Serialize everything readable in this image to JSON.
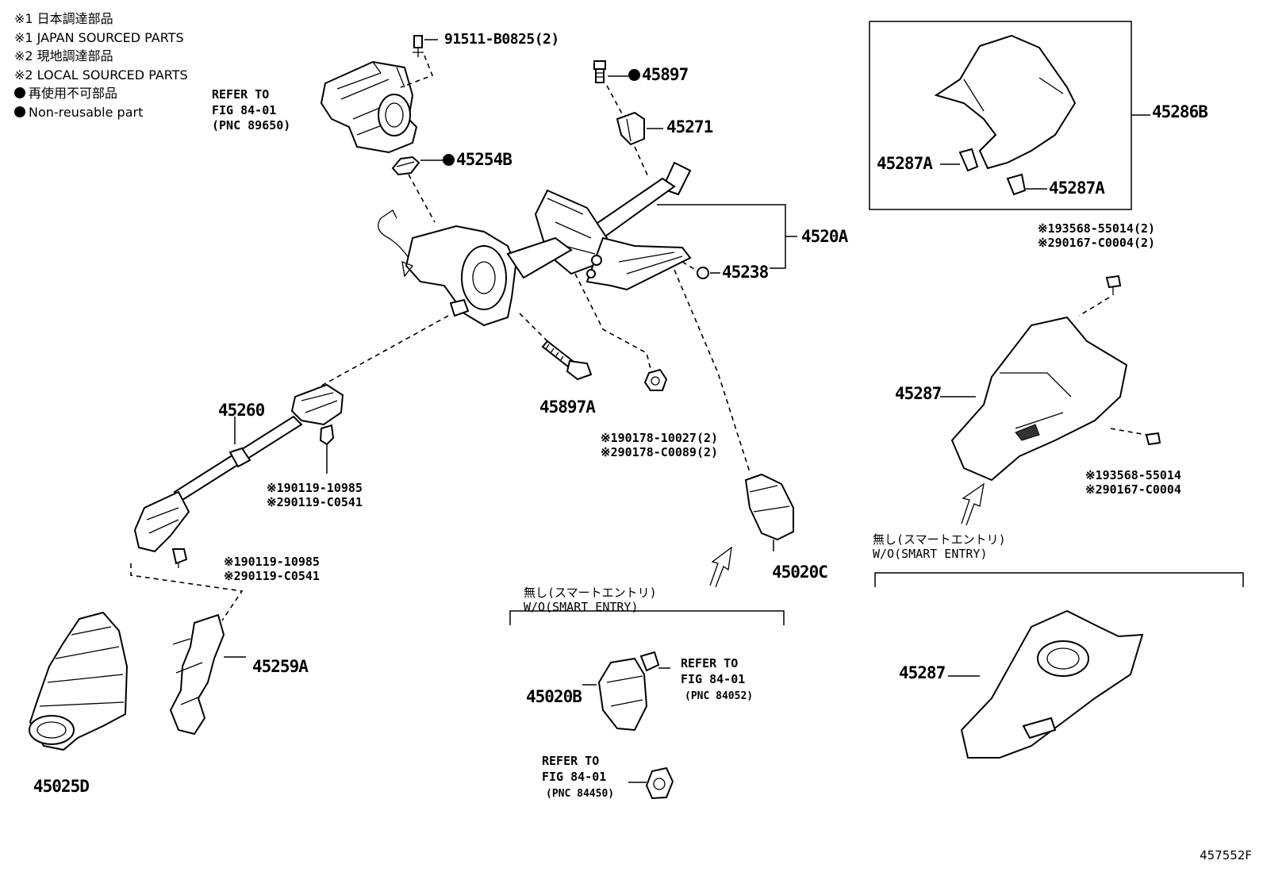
{
  "legend": [
    "※1 日本調達部品",
    "※1 JAPAN SOURCED PARTS",
    "※2 現地調達部品",
    "※2 LOCAL SOURCED PARTS",
    "再使用不可部品",
    "Non-reusable part"
  ],
  "parts": {
    "p91511": "91511-B0825(2)",
    "p45897": "45897",
    "p45271": "45271",
    "p45254B": "45254B",
    "p4520A": "4520A",
    "p45238": "45238",
    "p45260": "45260",
    "p45897A": "45897A",
    "p45259A": "45259A",
    "p45025D": "45025D",
    "p45020C": "45020C",
    "p45020B": "45020B",
    "p45286B": "45286B",
    "p45287A_left": "45287A",
    "p45287A_right": "45287A",
    "p45287_upper": "45287",
    "p45287_lower": "45287"
  },
  "refer_top": {
    "line1": "REFER TO",
    "line2": "FIG 84-01",
    "line3": "(PNC 89650)"
  },
  "refer_switch": {
    "line1": "REFER TO",
    "line2": "FIG 84-01",
    "line3": "(PNC 84052)"
  },
  "refer_cyl": {
    "line1": "REFER TO",
    "line2": "FIG 84-01",
    "line3": "(PNC 84450)"
  },
  "bolt_jp_1": "※190119-10985",
  "bolt_lc_1": "※290119-C0541",
  "bolt_jp_2": "※190119-10985",
  "bolt_lc_2": "※290119-C0541",
  "nut_jp": "※190178-10027(2)",
  "nut_lc": "※290178-C0089(2)",
  "screw_jp_2": "※193568-55014(2)",
  "screw_lc_2": "※290167-C0004(2)",
  "screw_jp_1": "※193568-55014",
  "screw_lc_1": "※290167-C0004",
  "wo_center": {
    "jp": "無し(スマートエントリ)",
    "en": "W/O(SMART ENTRY)"
  },
  "wo_right": {
    "jp": "無し(スマートエントリ)",
    "en": "W/O(SMART ENTRY)"
  },
  "diagram_code": "457552F"
}
